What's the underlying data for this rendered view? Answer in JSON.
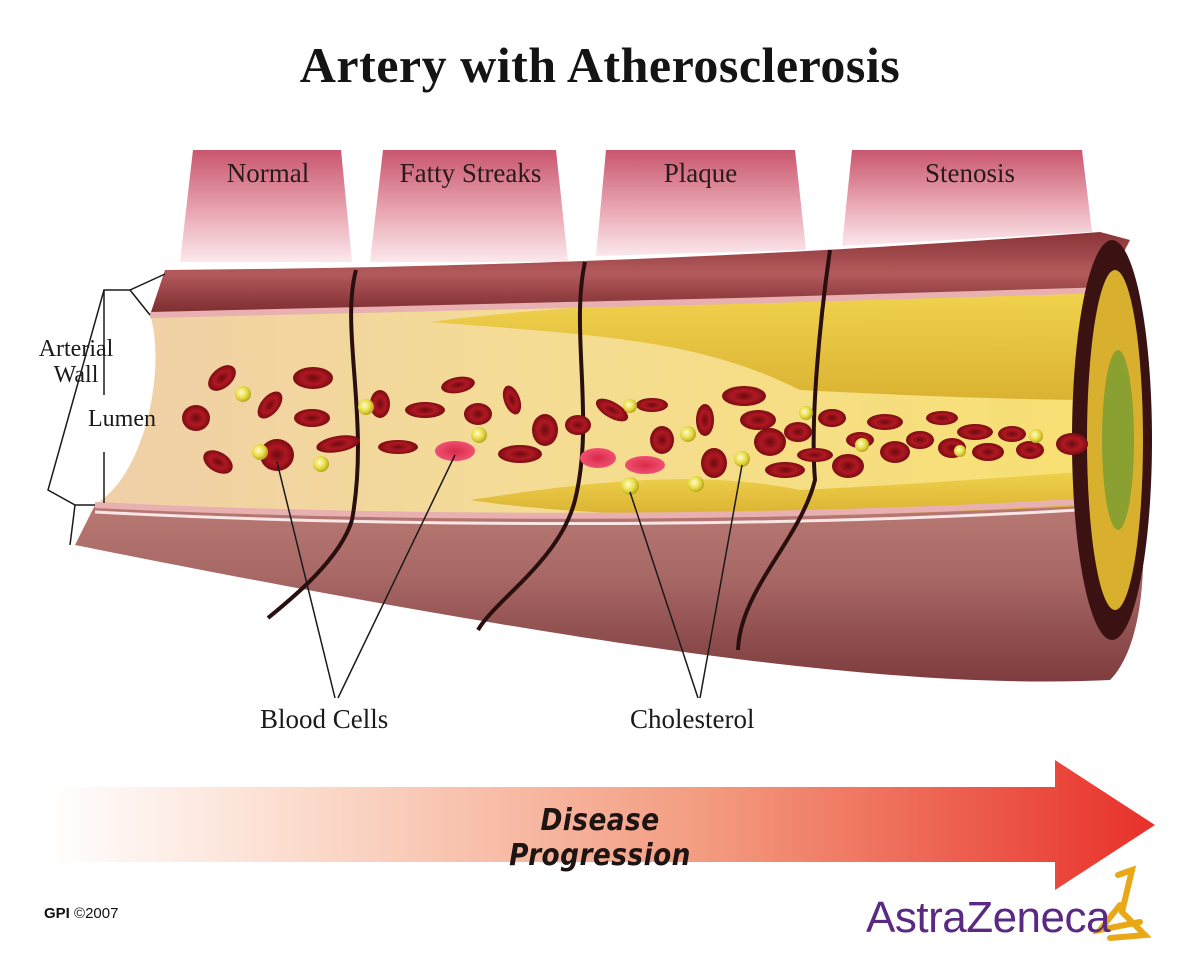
{
  "title": "Artery with Atherosclerosis",
  "stages": [
    {
      "label": "Normal"
    },
    {
      "label": "Fatty Streaks"
    },
    {
      "label": "Plaque"
    },
    {
      "label": "Stenosis"
    }
  ],
  "annotations": {
    "arterial_wall_line1": "Arterial",
    "arterial_wall_line2": "Wall",
    "lumen": "Lumen",
    "blood_cells": "Blood Cells",
    "cholesterol": "Cholesterol"
  },
  "progress_arrow": {
    "label": "Disease Progression"
  },
  "credit": {
    "brand": "GPI",
    "year": "©2007"
  },
  "logo": {
    "text": "AstraZeneca"
  },
  "colors": {
    "tab_top": "#c8566e",
    "tab_bottom": "#fbe4e8",
    "arrow_start": "#fdf0ea",
    "arrow_end": "#e8302a",
    "plaque": "#e8c637",
    "wall": "#7a2a2e",
    "blood_cell": "#a8141e",
    "cholesterol": "#e8dc42",
    "logo": "#5a2a82"
  }
}
